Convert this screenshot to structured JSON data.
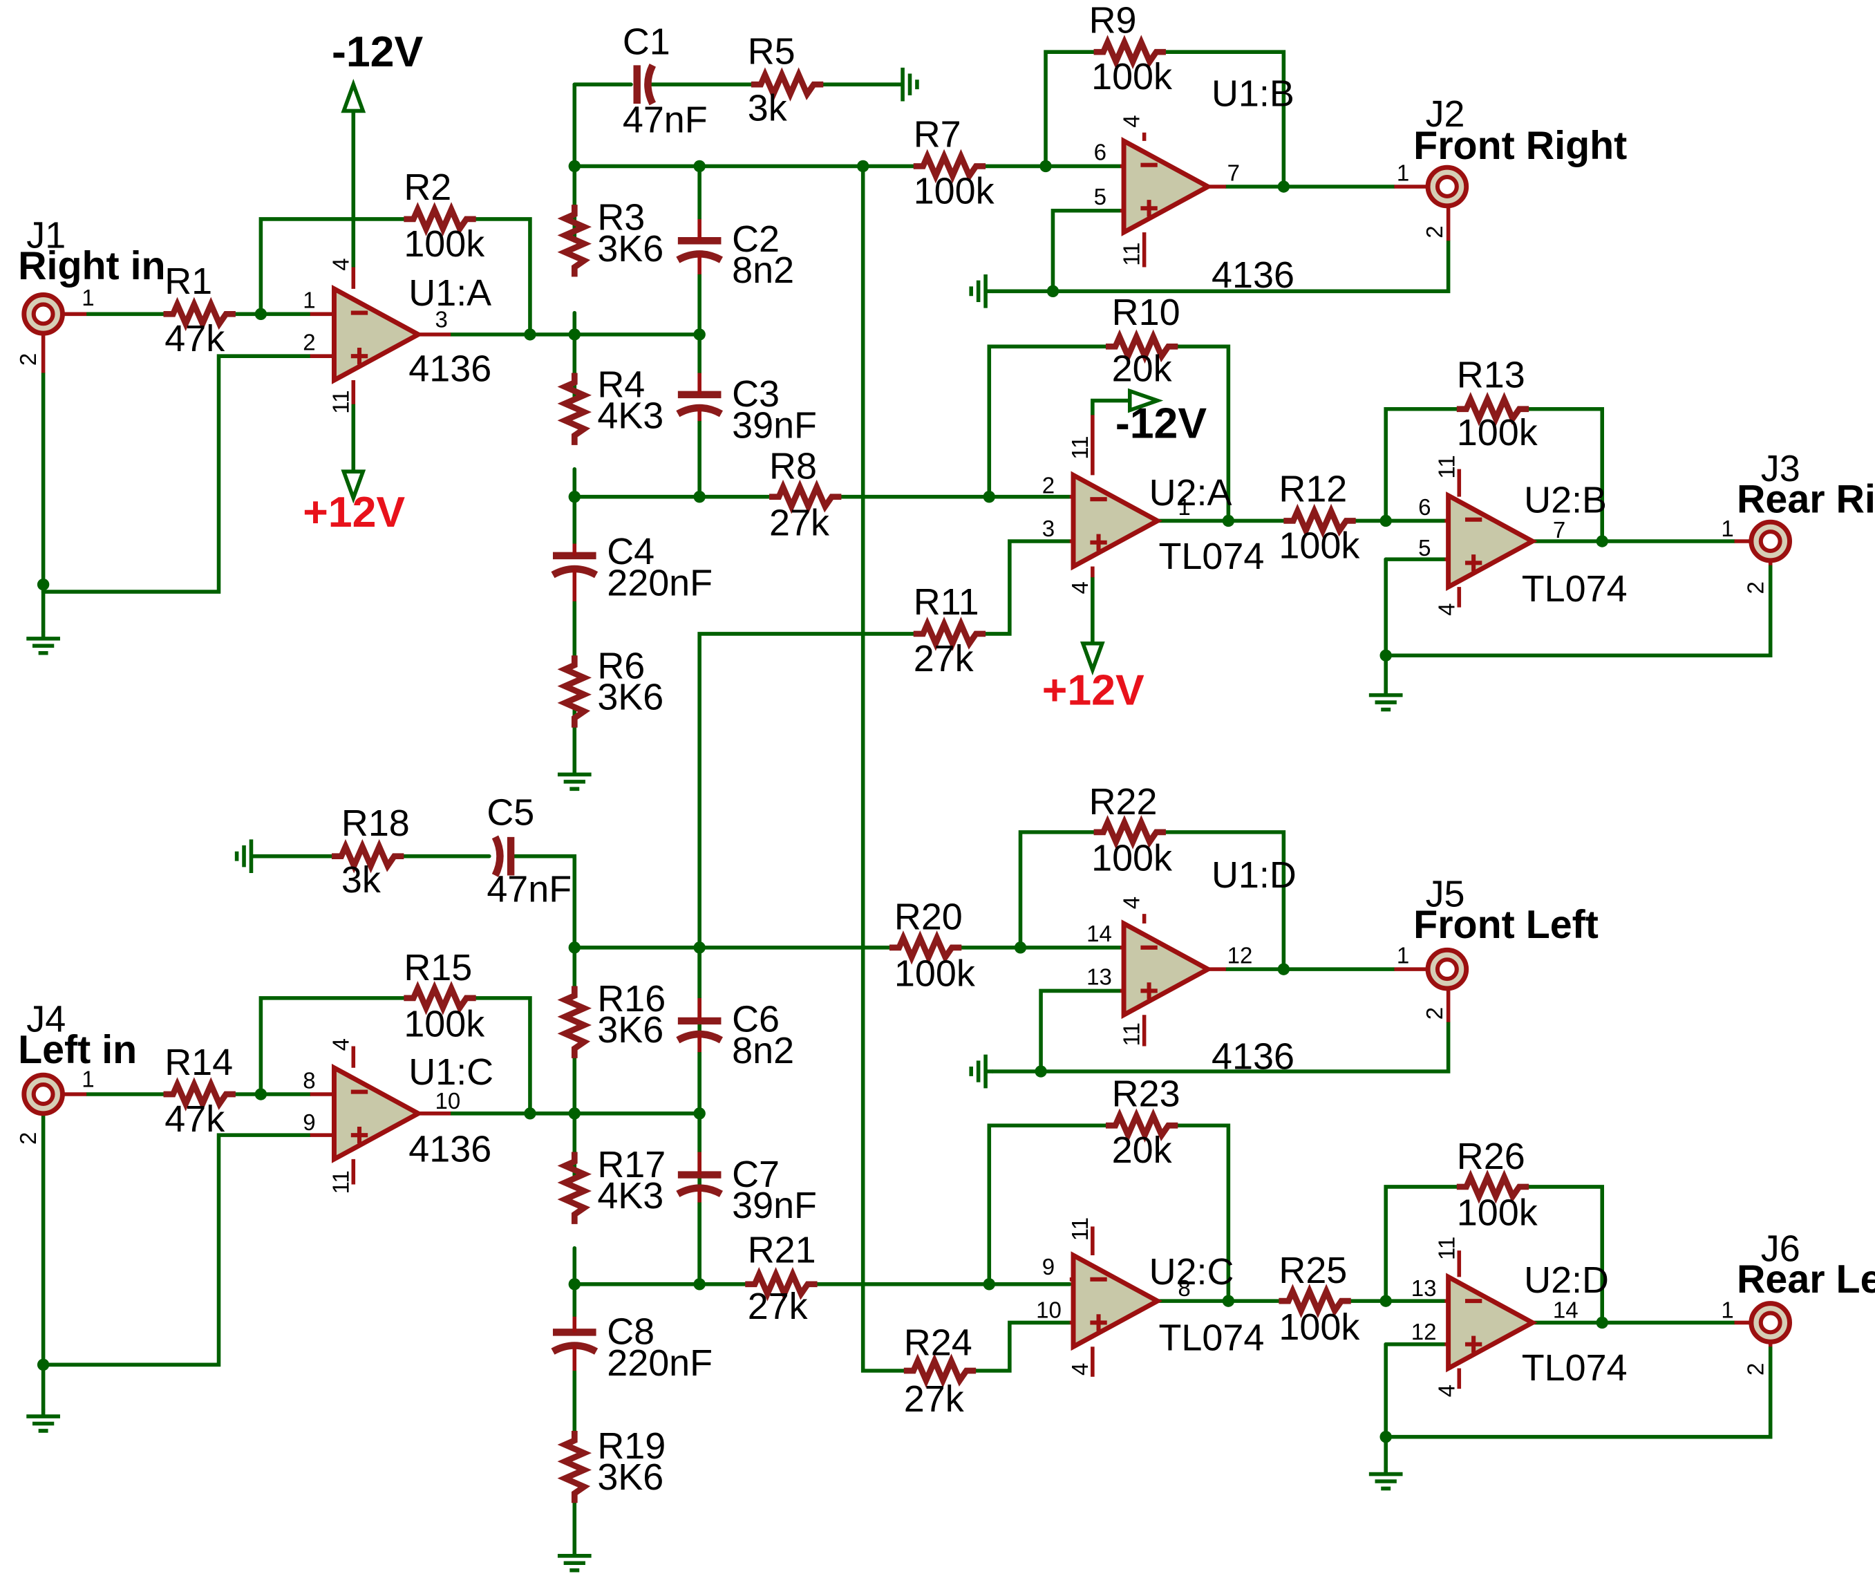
{
  "power": {
    "neg": "-12V",
    "pos": "+12V"
  },
  "jacks": [
    {
      "ref": "J1",
      "name": "Right in"
    },
    {
      "ref": "J2",
      "name": "Front Right"
    },
    {
      "ref": "J3",
      "name": "Rear Right"
    },
    {
      "ref": "J4",
      "name": "Left in"
    },
    {
      "ref": "J5",
      "name": "Front Left"
    },
    {
      "ref": "J6",
      "name": "Rear Left"
    }
  ],
  "opamps": [
    {
      "ref": "U1:A",
      "part": "4136"
    },
    {
      "ref": "U1:B",
      "part": "4136"
    },
    {
      "ref": "U2:A",
      "part": "TL074"
    },
    {
      "ref": "U2:B",
      "part": "TL074"
    },
    {
      "ref": "U1:C",
      "part": "4136"
    },
    {
      "ref": "U1:D",
      "part": "4136"
    },
    {
      "ref": "U2:C",
      "part": "TL074"
    },
    {
      "ref": "U2:D",
      "part": "TL074"
    }
  ],
  "resistors": [
    {
      "ref": "R1",
      "value": "47k"
    },
    {
      "ref": "R2",
      "value": "100k"
    },
    {
      "ref": "R3",
      "value": "3K6"
    },
    {
      "ref": "R4",
      "value": "4K3"
    },
    {
      "ref": "R5",
      "value": "3k"
    },
    {
      "ref": "R6",
      "value": "3K6"
    },
    {
      "ref": "R7",
      "value": "100k"
    },
    {
      "ref": "R8",
      "value": "27k"
    },
    {
      "ref": "R9",
      "value": "100k"
    },
    {
      "ref": "R10",
      "value": "20k"
    },
    {
      "ref": "R11",
      "value": "27k"
    },
    {
      "ref": "R12",
      "value": "100k"
    },
    {
      "ref": "R13",
      "value": "100k"
    },
    {
      "ref": "R14",
      "value": "47k"
    },
    {
      "ref": "R15",
      "value": "100k"
    },
    {
      "ref": "R16",
      "value": "3K6"
    },
    {
      "ref": "R17",
      "value": "4K3"
    },
    {
      "ref": "R18",
      "value": "3k"
    },
    {
      "ref": "R19",
      "value": "3K6"
    },
    {
      "ref": "R20",
      "value": "100k"
    },
    {
      "ref": "R21",
      "value": "27k"
    },
    {
      "ref": "R22",
      "value": "100k"
    },
    {
      "ref": "R23",
      "value": "20k"
    },
    {
      "ref": "R24",
      "value": "27k"
    },
    {
      "ref": "R25",
      "value": "100k"
    },
    {
      "ref": "R26",
      "value": "100k"
    }
  ],
  "capacitors": [
    {
      "ref": "C1",
      "value": "47nF"
    },
    {
      "ref": "C2",
      "value": "8n2"
    },
    {
      "ref": "C3",
      "value": "39nF"
    },
    {
      "ref": "C4",
      "value": "220nF"
    },
    {
      "ref": "C5",
      "value": "47nF"
    },
    {
      "ref": "C6",
      "value": "8n2"
    },
    {
      "ref": "C7",
      "value": "39nF"
    },
    {
      "ref": "C8",
      "value": "220nF"
    }
  ],
  "pins": {
    "one": "1",
    "two": "2",
    "three": "3",
    "four": "4",
    "five": "5",
    "six": "6",
    "seven": "7",
    "eight": "8",
    "nine": "9",
    "ten": "10",
    "eleven": "11",
    "twelve": "12",
    "thirteen": "13",
    "fourteen": "14"
  },
  "colors": {
    "wire": "#006000",
    "component": "#8b1a1a",
    "opamp_fill": "#c8c8a8",
    "pos_supply": "#e8121b"
  }
}
